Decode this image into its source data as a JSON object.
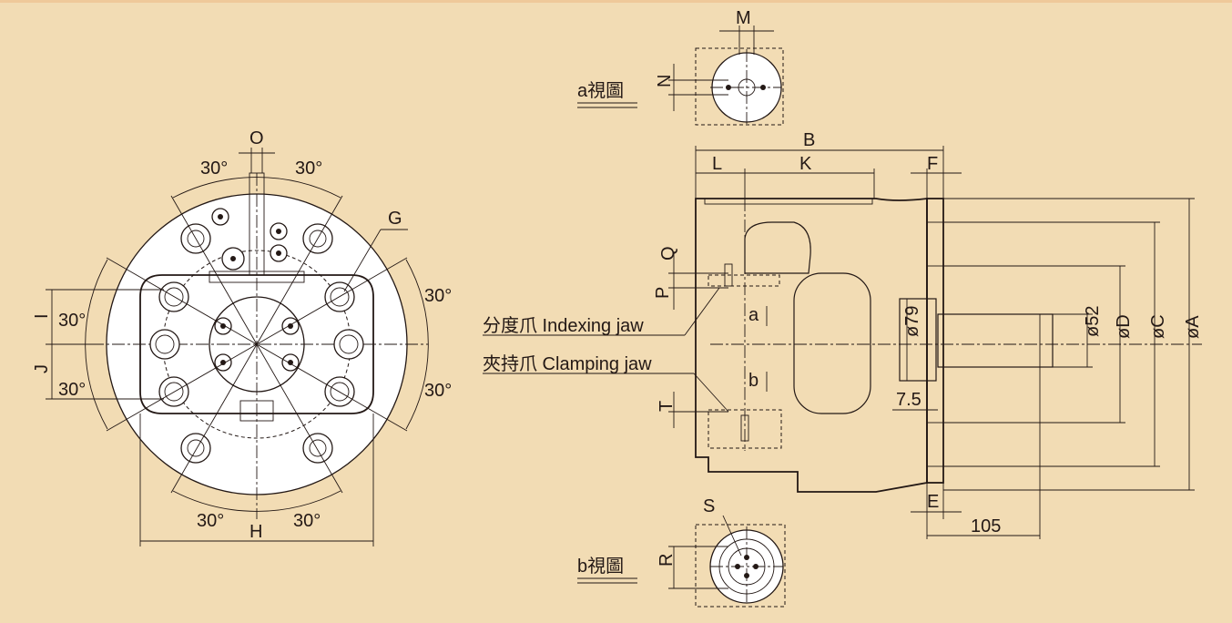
{
  "labels": {
    "M": "M",
    "N": "N",
    "O": "O",
    "G": "G",
    "H": "H",
    "I": "I",
    "J": "J",
    "B": "B",
    "L": "L",
    "K": "K",
    "F": "F",
    "E": "E",
    "Q": "Q",
    "P": "P",
    "T": "T",
    "S": "S",
    "R": "R",
    "a": "a",
    "b": "b",
    "oA": "øA",
    "oC": "øC",
    "oD": "øD",
    "o52": "ø52",
    "o79": "ø79"
  },
  "angles": {
    "top_left": "30°",
    "top_right": "30°",
    "left_upper": "30°",
    "left_lower": "30°",
    "right_upper": "30°",
    "right_lower": "30°",
    "bottom_left": "30°",
    "bottom_right": "30°"
  },
  "dimensions": {
    "d75": "7.5",
    "d105": "105"
  },
  "views": {
    "a_view": "a視圖",
    "b_view": "b視圖"
  },
  "callouts": {
    "indexing_jaw": "分度爪 Indexing jaw",
    "clamping_jaw": "夾持爪 Clamping jaw"
  },
  "colors": {
    "background": "#f2dcb4",
    "line": "#231815",
    "part": "#ffffff"
  }
}
